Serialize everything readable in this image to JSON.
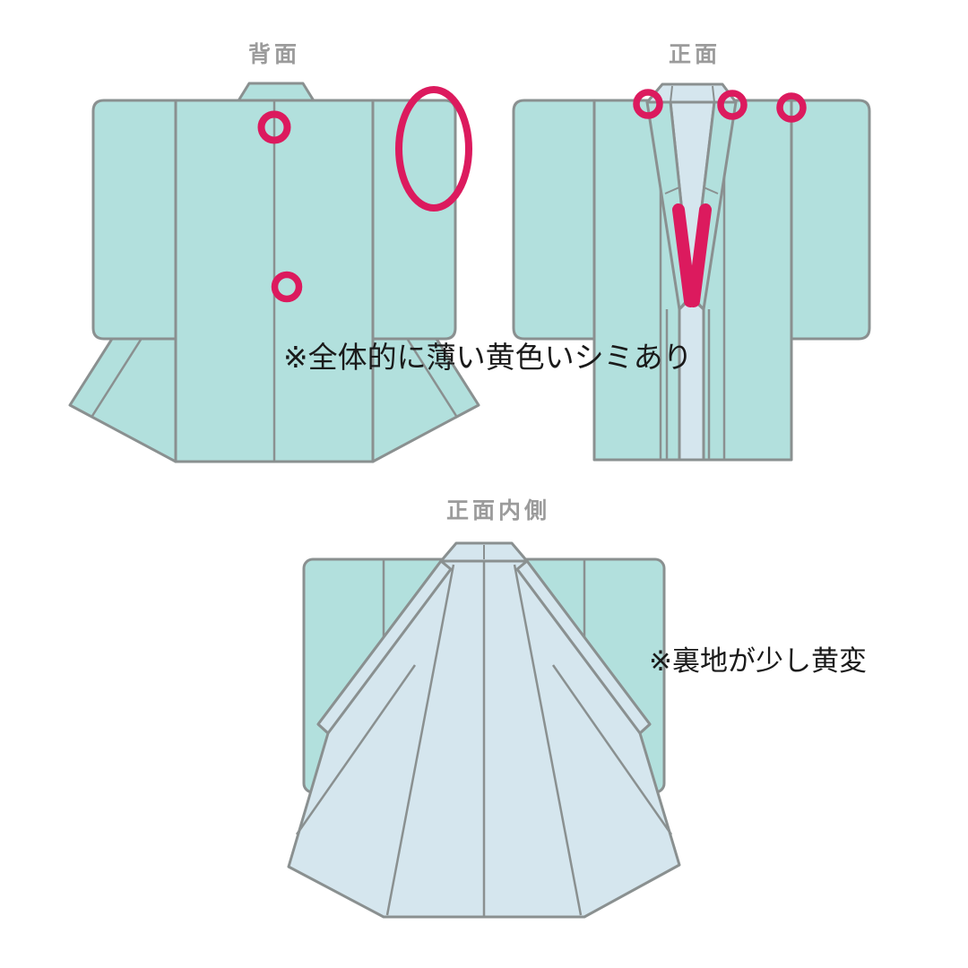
{
  "diagram": {
    "type": "kimono-condition-diagram",
    "views": {
      "back": {
        "label": "背面",
        "markers": [
          "small-circle-upper-center",
          "small-circle-mid-center",
          "large-oval-right-sleeve"
        ]
      },
      "front": {
        "label": "正面",
        "markers": [
          "circle-left-collar-top",
          "circle-right-collar-top",
          "circle-right-shoulder-seam",
          "v-mark-collar-inner-edge"
        ]
      },
      "front_inside": {
        "label": "正面内側",
        "markers": []
      }
    },
    "annotations": {
      "overall_stain": "※全体的に薄い黄色いシミあり",
      "lining_yellowing": "※裏地が少し黄変"
    }
  },
  "colors": {
    "background": "#ffffff",
    "garment": "#b2e0dd",
    "lining": "#d5e6ee",
    "outline": "#8a9090",
    "marker": "#dc1a5e",
    "label": "#9b9b9b",
    "annotation": "#1a1a1a"
  }
}
